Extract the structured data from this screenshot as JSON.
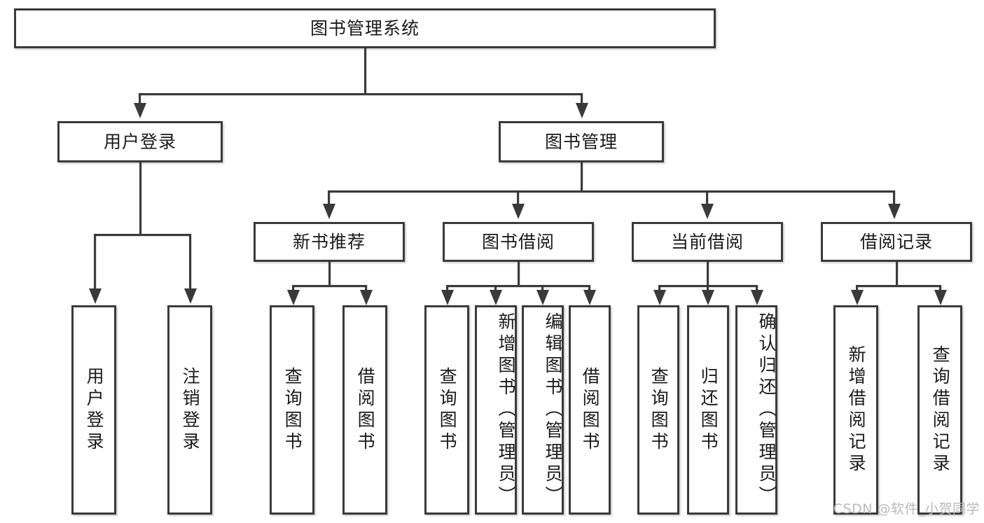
{
  "diagram": {
    "kind": "tree-structure-chart",
    "title": "图书管理系统",
    "watermark": "CSDN @软件_小贺同学",
    "colors": {
      "background": "#ffffff",
      "stroke": "#3a3a3a",
      "text": "#1a1a1a",
      "watermark": "#b9b9b9"
    },
    "root": {
      "label": "图书管理系统"
    },
    "level2": [
      {
        "label": "用户登录"
      },
      {
        "label": "图书管理"
      }
    ],
    "level3": [
      {
        "label": "新书推荐"
      },
      {
        "label": "图书借阅"
      },
      {
        "label": "当前借阅"
      },
      {
        "label": "借阅记录"
      }
    ],
    "leaves": {
      "user_login": [
        {
          "label": "用户登录"
        },
        {
          "label": "注销登录"
        }
      ],
      "new_book": [
        {
          "label": "查询图书"
        },
        {
          "label": "借阅图书"
        }
      ],
      "borrow": [
        {
          "label": "查询图书"
        },
        {
          "label": "新增图书（管理员）"
        },
        {
          "label": "编辑图书（管理员）"
        },
        {
          "label": "借阅图书"
        }
      ],
      "current": [
        {
          "label": "查询图书"
        },
        {
          "label": "归还图书"
        },
        {
          "label": "确认归还（管理员）"
        }
      ],
      "records": [
        {
          "label": "新增借阅记录"
        },
        {
          "label": "查询借阅记录"
        }
      ]
    }
  }
}
